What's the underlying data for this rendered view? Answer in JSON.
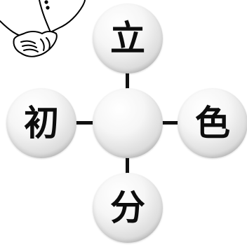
{
  "puzzle": {
    "top_char": "立",
    "left_char": "初",
    "right_char": "色",
    "bottom_char": "分",
    "center_char": ""
  },
  "illustration": {
    "icon": "hands-clasped-illustration"
  }
}
